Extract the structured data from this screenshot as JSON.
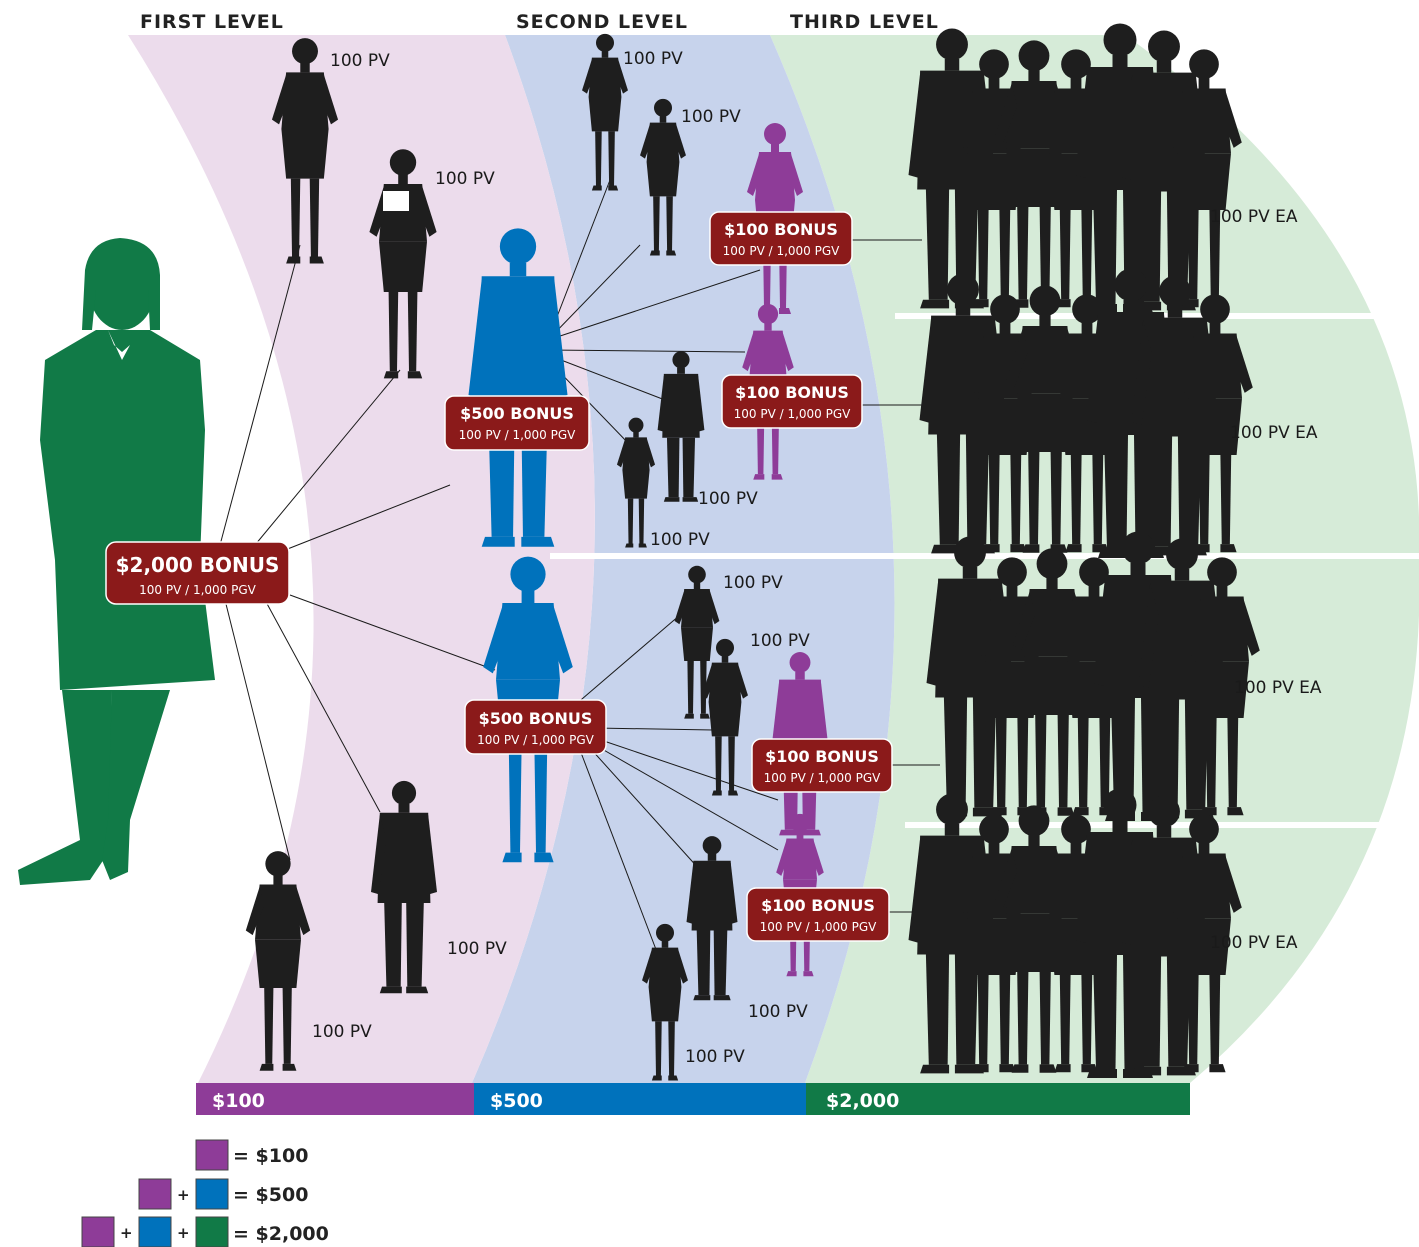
{
  "levels": {
    "first": "FIRST LEVEL",
    "second": "SECOND LEVEL",
    "third": "THIRD LEVEL"
  },
  "colors": {
    "first_band": "#ecdcec",
    "second_band": "#c7d3ec",
    "third_band": "#d6ebd8",
    "purple": "#8e3c98",
    "blue": "#0072bc",
    "green": "#117a47",
    "bonus_box": "#8b1a1a",
    "silhouette": "#1e1e1e"
  },
  "bonuses": {
    "main": {
      "title": "$2,000 BONUS",
      "sub": "100 PV / 1,000 PGV"
    },
    "blue_top": {
      "title": "$500 BONUS",
      "sub": "100 PV / 1,000 PGV"
    },
    "blue_bottom": {
      "title": "$500 BONUS",
      "sub": "100 PV / 1,000 PGV"
    },
    "purple_1": {
      "title": "$100 BONUS",
      "sub": "100 PV / 1,000 PGV"
    },
    "purple_2": {
      "title": "$100 BONUS",
      "sub": "100 PV / 1,000 PGV"
    },
    "purple_3": {
      "title": "$100 BONUS",
      "sub": "100 PV / 1,000 PGV"
    },
    "purple_4": {
      "title": "$100 BONUS",
      "sub": "100 PV / 1,000 PGV"
    }
  },
  "pv_labels": {
    "first_1": "100 PV",
    "first_2": "100 PV",
    "first_3": "100 PV",
    "first_4": "100 PV",
    "second_1": "100 PV",
    "second_2": "100 PV",
    "second_3": "100 PV",
    "second_4": "100 PV",
    "second_5": "100 PV",
    "second_6": "100 PV",
    "second_7": "100 PV",
    "second_8": "100 PV",
    "group_1": "100 PV EA",
    "group_2": "100 PV EA",
    "group_3": "100 PV EA",
    "group_4": "100 PV EA"
  },
  "bar": {
    "purple": "$100",
    "blue": "$500",
    "green": "$2,000"
  },
  "legend": {
    "row1": "= $100",
    "row2": "= $500",
    "row3": "= $2,000",
    "plus": "+"
  }
}
